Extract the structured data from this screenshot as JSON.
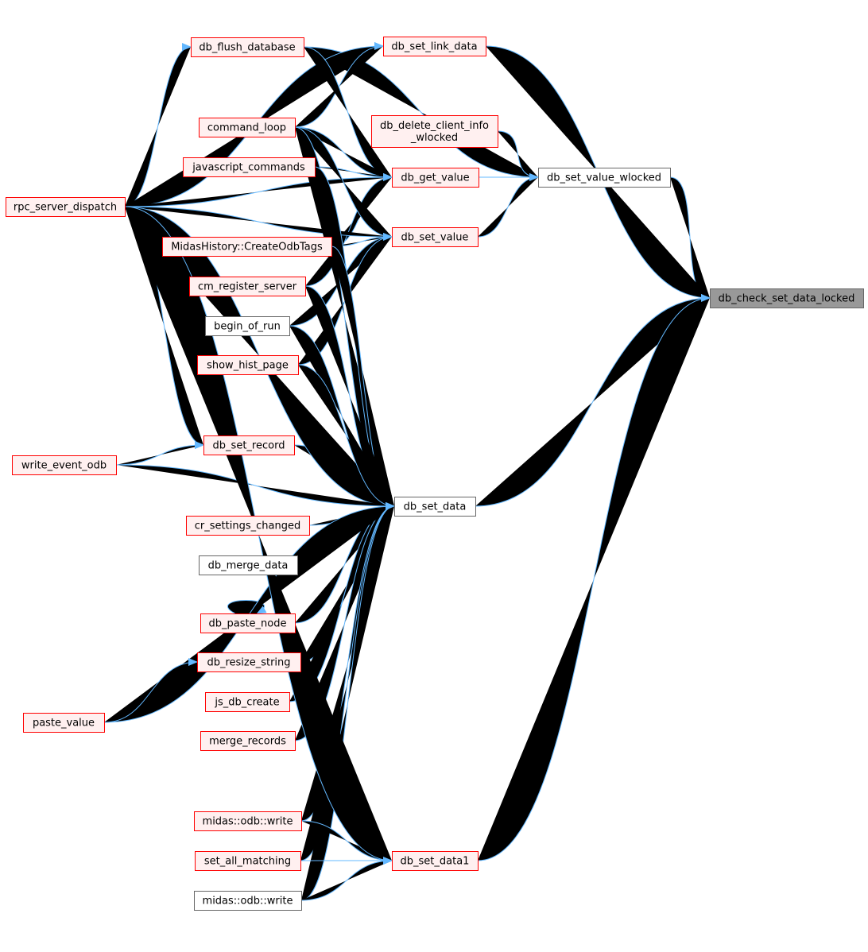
{
  "colors": {
    "edge": "#63b8ff",
    "red_border": "#ff0000",
    "red_fill": "#fff0f0",
    "gray_border": "#666666",
    "white_fill": "#ffffff",
    "focus_fill": "#999999",
    "focus_border": "#666666"
  },
  "nodes": [
    {
      "id": "rpc_server_dispatch",
      "lines": [
        "rpc_server_dispatch"
      ],
      "style": "red"
    },
    {
      "id": "db_flush_database",
      "lines": [
        "db_flush_database"
      ],
      "style": "red"
    },
    {
      "id": "db_set_link_data",
      "lines": [
        "db_set_link_data"
      ],
      "style": "red"
    },
    {
      "id": "db_delete_client_info",
      "lines": [
        "db_delete_client_info",
        "_wlocked"
      ],
      "style": "red"
    },
    {
      "id": "command_loop",
      "lines": [
        "command_loop"
      ],
      "style": "red"
    },
    {
      "id": "javascript_commands",
      "lines": [
        "javascript_commands"
      ],
      "style": "red"
    },
    {
      "id": "db_get_value",
      "lines": [
        "db_get_value"
      ],
      "style": "red"
    },
    {
      "id": "db_set_value_wlocked",
      "lines": [
        "db_set_value_wlocked"
      ],
      "style": "gray"
    },
    {
      "id": "db_set_value",
      "lines": [
        "db_set_value"
      ],
      "style": "red"
    },
    {
      "id": "MidasHistory_CreateOdbTags",
      "lines": [
        "MidasHistory::CreateOdbTags"
      ],
      "style": "red"
    },
    {
      "id": "cm_register_server",
      "lines": [
        "cm_register_server"
      ],
      "style": "red"
    },
    {
      "id": "db_check_set_data_locked",
      "lines": [
        "db_check_set_data_locked"
      ],
      "style": "focus"
    },
    {
      "id": "begin_of_run",
      "lines": [
        "begin_of_run"
      ],
      "style": "gray"
    },
    {
      "id": "show_hist_page",
      "lines": [
        "show_hist_page"
      ],
      "style": "red"
    },
    {
      "id": "db_set_record",
      "lines": [
        "db_set_record"
      ],
      "style": "red"
    },
    {
      "id": "write_event_odb",
      "lines": [
        "write_event_odb"
      ],
      "style": "red"
    },
    {
      "id": "db_set_data",
      "lines": [
        "db_set_data"
      ],
      "style": "gray"
    },
    {
      "id": "cr_settings_changed",
      "lines": [
        "cr_settings_changed"
      ],
      "style": "red"
    },
    {
      "id": "db_merge_data",
      "lines": [
        "db_merge_data"
      ],
      "style": "gray"
    },
    {
      "id": "db_paste_node",
      "lines": [
        "db_paste_node"
      ],
      "style": "red"
    },
    {
      "id": "db_resize_string",
      "lines": [
        "db_resize_string"
      ],
      "style": "red"
    },
    {
      "id": "js_db_create",
      "lines": [
        "js_db_create"
      ],
      "style": "red"
    },
    {
      "id": "paste_value",
      "lines": [
        "paste_value"
      ],
      "style": "red"
    },
    {
      "id": "merge_records",
      "lines": [
        "merge_records"
      ],
      "style": "red"
    },
    {
      "id": "midas_odb_write_1",
      "lines": [
        "midas::odb::write"
      ],
      "style": "red"
    },
    {
      "id": "set_all_matching",
      "lines": [
        "set_all_matching"
      ],
      "style": "red"
    },
    {
      "id": "db_set_data1",
      "lines": [
        "db_set_data1"
      ],
      "style": "red"
    },
    {
      "id": "midas_odb_write_2",
      "lines": [
        "midas::odb::write"
      ],
      "style": "gray"
    }
  ],
  "edges": [
    {
      "from": "db_set_value_wlocked",
      "to": "db_check_set_data_locked"
    },
    {
      "from": "db_set_link_data",
      "to": "db_check_set_data_locked"
    },
    {
      "from": "db_set_data",
      "to": "db_check_set_data_locked"
    },
    {
      "from": "db_set_data1",
      "to": "db_check_set_data_locked"
    },
    {
      "from": "db_flush_database",
      "to": "db_set_value_wlocked"
    },
    {
      "from": "db_delete_client_info",
      "to": "db_set_value_wlocked"
    },
    {
      "from": "db_get_value",
      "to": "db_set_value_wlocked"
    },
    {
      "from": "db_set_value",
      "to": "db_set_value_wlocked"
    },
    {
      "from": "rpc_server_dispatch",
      "to": "db_flush_database"
    },
    {
      "from": "rpc_server_dispatch",
      "to": "db_set_link_data"
    },
    {
      "from": "command_loop",
      "to": "db_set_link_data"
    },
    {
      "from": "rpc_server_dispatch",
      "to": "db_get_value"
    },
    {
      "from": "db_flush_database",
      "to": "db_get_value"
    },
    {
      "from": "command_loop",
      "to": "db_get_value"
    },
    {
      "from": "javascript_commands",
      "to": "db_get_value"
    },
    {
      "from": "MidasHistory_CreateOdbTags",
      "to": "db_get_value"
    },
    {
      "from": "cm_register_server",
      "to": "db_get_value"
    },
    {
      "from": "rpc_server_dispatch",
      "to": "db_set_value"
    },
    {
      "from": "command_loop",
      "to": "db_set_value"
    },
    {
      "from": "MidasHistory_CreateOdbTags",
      "to": "db_set_value"
    },
    {
      "from": "begin_of_run",
      "to": "db_set_value"
    },
    {
      "from": "show_hist_page",
      "to": "db_set_value"
    },
    {
      "from": "rpc_server_dispatch",
      "to": "db_set_record"
    },
    {
      "from": "write_event_odb",
      "to": "db_set_record"
    },
    {
      "from": "db_set_record",
      "to": "db_set_data"
    },
    {
      "from": "rpc_server_dispatch",
      "to": "db_set_data"
    },
    {
      "from": "write_event_odb",
      "to": "db_set_data"
    },
    {
      "from": "command_loop",
      "to": "db_set_data"
    },
    {
      "from": "javascript_commands",
      "to": "db_set_data"
    },
    {
      "from": "MidasHistory_CreateOdbTags",
      "to": "db_set_data"
    },
    {
      "from": "cm_register_server",
      "to": "db_set_data"
    },
    {
      "from": "begin_of_run",
      "to": "db_set_data"
    },
    {
      "from": "show_hist_page",
      "to": "db_set_data"
    },
    {
      "from": "cr_settings_changed",
      "to": "db_set_data"
    },
    {
      "from": "db_merge_data",
      "to": "db_set_data"
    },
    {
      "from": "db_paste_node",
      "to": "db_set_data"
    },
    {
      "from": "db_paste_node",
      "to": "db_paste_node"
    },
    {
      "from": "db_resize_string",
      "to": "db_set_data"
    },
    {
      "from": "js_db_create",
      "to": "db_set_data"
    },
    {
      "from": "merge_records",
      "to": "db_set_data"
    },
    {
      "from": "paste_value",
      "to": "db_set_data"
    },
    {
      "from": "paste_value",
      "to": "db_resize_string"
    },
    {
      "from": "midas_odb_write_1",
      "to": "db_set_data"
    },
    {
      "from": "set_all_matching",
      "to": "db_set_data"
    },
    {
      "from": "midas_odb_write_2",
      "to": "db_set_data"
    },
    {
      "from": "midas_odb_write_1",
      "to": "db_set_data1"
    },
    {
      "from": "set_all_matching",
      "to": "db_set_data1"
    },
    {
      "from": "midas_odb_write_2",
      "to": "db_set_data1"
    },
    {
      "from": "rpc_server_dispatch",
      "to": "db_set_data1"
    }
  ]
}
